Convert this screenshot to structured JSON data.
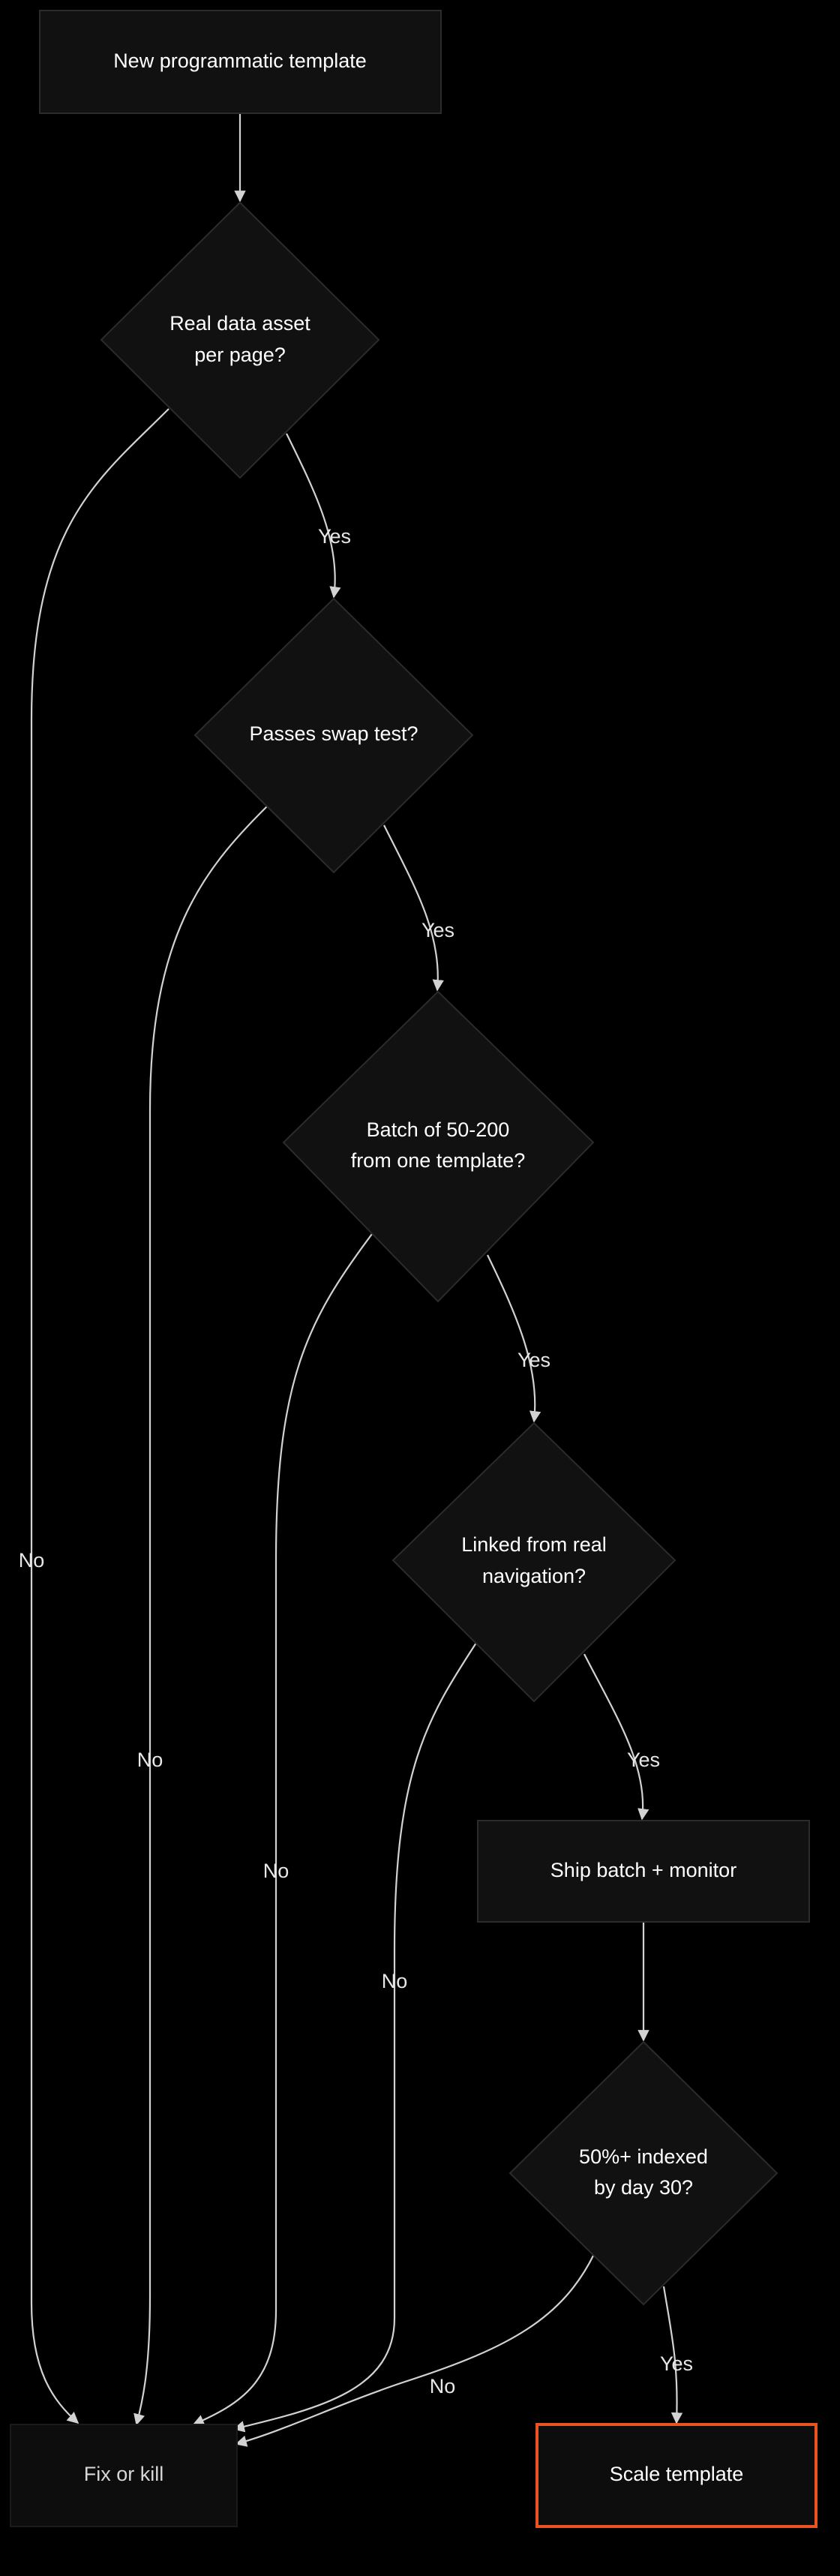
{
  "nodes": {
    "start": {
      "label": "New programmatic template"
    },
    "real_data": {
      "line1": "Real data asset",
      "line2": "per page?"
    },
    "swap_test": {
      "label": "Passes swap test?"
    },
    "batch": {
      "line1": "Batch of 50-200",
      "line2": "from one template?"
    },
    "linked": {
      "line1": "Linked from real",
      "line2": "navigation?"
    },
    "ship": {
      "label": "Ship batch + monitor"
    },
    "indexed": {
      "line1": "50%+ indexed",
      "line2": "by day 30?"
    },
    "fix": {
      "label": "Fix or kill"
    },
    "scale": {
      "label": "Scale template"
    }
  },
  "edge_labels": {
    "yes": "Yes",
    "no": "No"
  },
  "colors": {
    "background": "#000000",
    "node_fill": "#111111",
    "node_stroke": "#2b2b2b",
    "edge": "#d2d2d2",
    "highlight": "#e8531f"
  }
}
